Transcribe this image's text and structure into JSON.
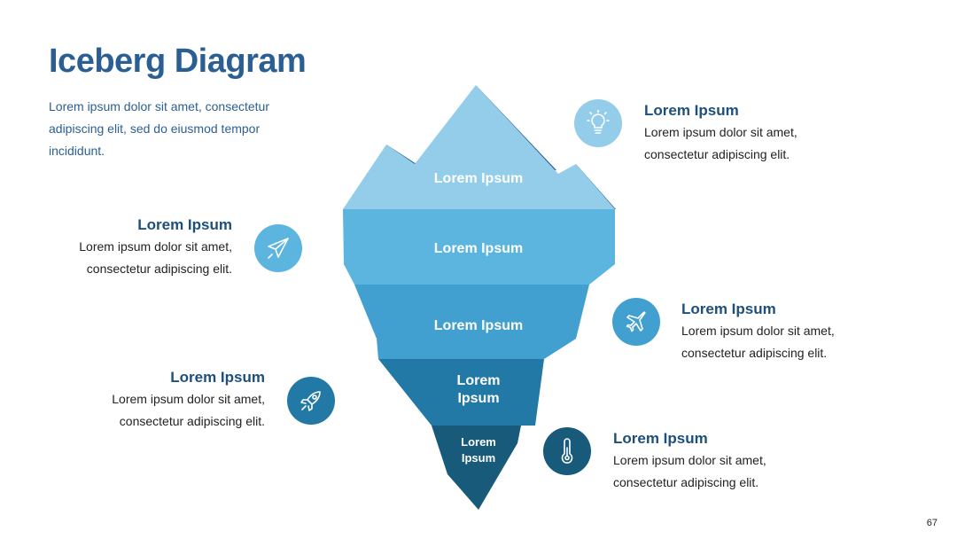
{
  "title": "Iceberg Diagram",
  "intro": "Lorem ipsum dolor sit amet, consectetur adipiscing elit, sed do eiusmod tempor incididunt.",
  "layers": [
    {
      "label": "Lorem Ipsum",
      "color": "#93cdea"
    },
    {
      "label": "Lorem Ipsum",
      "color": "#5cb5df"
    },
    {
      "label": "Lorem Ipsum",
      "color": "#41a0cf"
    },
    {
      "label": "Lorem Ipsum",
      "color": "#2379a6"
    },
    {
      "label": "Lorem Ipsum",
      "color": "#175a7a"
    }
  ],
  "items": [
    {
      "heading": "Lorem Ipsum",
      "text": "Lorem ipsum dolor sit amet, consectetur adipiscing elit.",
      "icon": "lightbulb-icon",
      "color": "#93cdea"
    },
    {
      "heading": "Lorem Ipsum",
      "text": "Lorem ipsum dolor sit amet, consectetur adipiscing elit.",
      "icon": "paper-plane-icon",
      "color": "#5cb5df"
    },
    {
      "heading": "Lorem Ipsum",
      "text": "Lorem ipsum dolor sit amet, consectetur adipiscing elit.",
      "icon": "airplane-icon",
      "color": "#41a0cf"
    },
    {
      "heading": "Lorem Ipsum",
      "text": "Lorem ipsum dolor sit amet, consectetur adipiscing elit.",
      "icon": "rocket-icon",
      "color": "#2379a6"
    },
    {
      "heading": "Lorem Ipsum",
      "text": "Lorem ipsum dolor sit amet, consectetur adipiscing elit.",
      "icon": "thermometer-icon",
      "color": "#175a7a"
    }
  ],
  "page_number": "67"
}
